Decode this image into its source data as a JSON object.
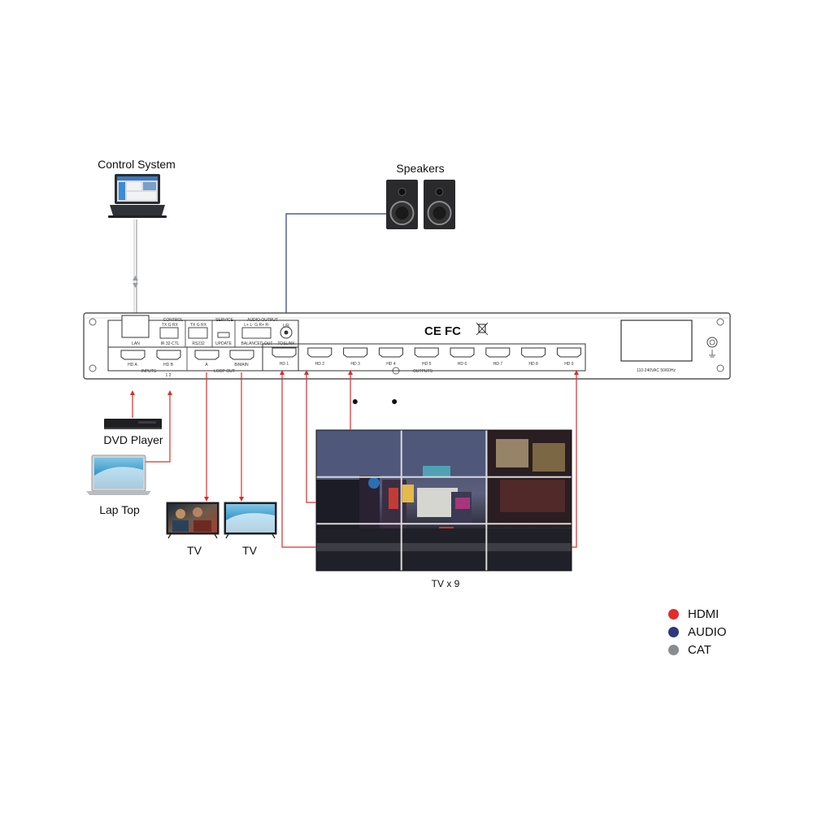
{
  "devices": {
    "control_system": "Control System",
    "speakers": "Speakers",
    "dvd_player": "DVD Player",
    "laptop": "Lap Top",
    "tv_1": "TV",
    "tv_2": "TV",
    "video_wall": "TV x 9"
  },
  "matrix": {
    "groups": {
      "control": "CONTROL",
      "service": "SERVICE",
      "audio_output": "AUDIO OUTPUT",
      "inputs": "INPUTS",
      "loop_out": "LOOP OUT",
      "outputs": "OUTPUTS"
    },
    "ports": {
      "lan": "LAN",
      "ir_pins": "TX G RX",
      "ir_label": "IR  32-CTL",
      "rs232_pins": "TX G RX",
      "rs232": "RS232",
      "update": "UPDATE",
      "balanced_pins": "L+ L- G R+ R-",
      "balanced_out": "BALANCED OUT",
      "toslink_top": "L/R",
      "toslink": "TOSLINK",
      "hd_a": "HD A",
      "hd_b": "HD B",
      "hd_b_sub": "1  2",
      "loop_a": "A",
      "loop_b": "B/MAIN",
      "outputs": [
        "HD 1",
        "HD 2",
        "HD 3",
        "HD 4",
        "HD 5",
        "HD 6",
        "HD 7",
        "HD 8",
        "HD 9"
      ]
    },
    "certifications": "CE  FC",
    "power": "110-240VAC  50/60Hz"
  },
  "continuation_marker": "● ●",
  "legend": [
    {
      "label": "HDMI",
      "color": "#e32b2b"
    },
    {
      "label": "AUDIO",
      "color": "#2b3a7a"
    },
    {
      "label": "CAT",
      "color": "#8a8d90"
    }
  ],
  "colors": {
    "hdmi": "#d7302d",
    "audio": "#2b3a7a",
    "cat": "#9a9da0"
  }
}
